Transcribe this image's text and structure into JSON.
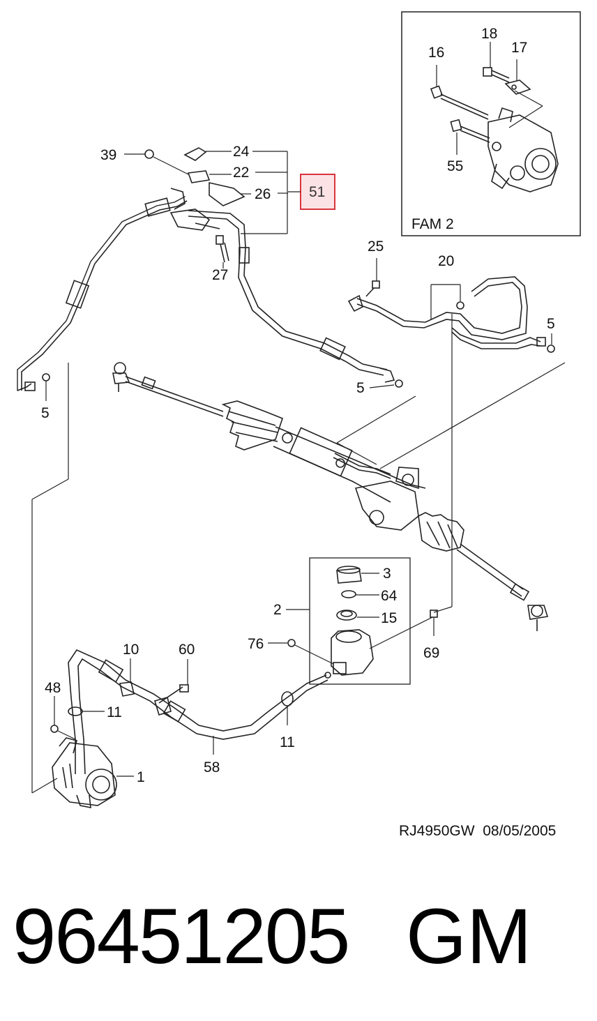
{
  "inset": {
    "label": "FAM 2",
    "callouts": [
      "16",
      "17",
      "18",
      "55"
    ]
  },
  "highlight": {
    "label": "51",
    "color": "#d9343f",
    "fill": "#fbe3e5"
  },
  "callouts": {
    "c39": "39",
    "c24": "24",
    "c22": "22",
    "c26": "26",
    "c27": "27",
    "c25": "25",
    "c20": "20",
    "c5a": "5",
    "c5b": "5",
    "c5c": "5",
    "c3": "3",
    "c64": "64",
    "c15": "15",
    "c2": "2",
    "c76": "76",
    "c69": "69",
    "c10": "10",
    "c60": "60",
    "c48": "48",
    "c11a": "11",
    "c11b": "11",
    "c58": "58",
    "c1": "1"
  },
  "caption": {
    "code": "RJ4950GW",
    "date": "08/05/2005"
  },
  "part_number": "96451205",
  "brand": "GM"
}
